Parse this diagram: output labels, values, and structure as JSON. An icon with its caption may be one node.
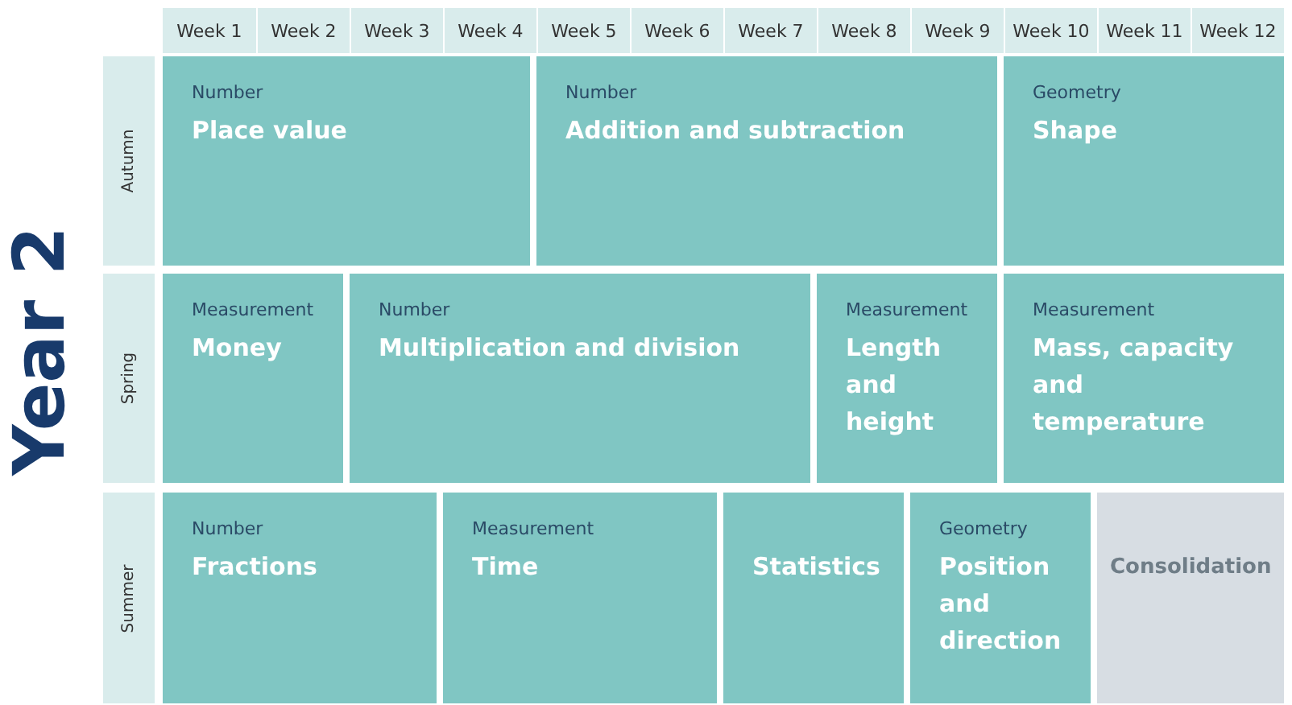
{
  "diagram": {
    "title": "Year 2",
    "nodes": [
      {
        "text": [
          "Number",
          "Place value"
        ]
      },
      {
        "text": [
          "Number",
          "Addition and subtraction"
        ]
      },
      {
        "text": [
          "Geometry",
          "Shape"
        ]
      },
      {
        "text": [
          "Measurement",
          "Money"
        ]
      },
      {
        "text": [
          "Number",
          "Multiplication and division"
        ]
      },
      {
        "text": [
          "Measurement",
          "Length and height"
        ]
      },
      {
        "text": [
          "Measurement",
          "Mass, capacity and temperature"
        ]
      },
      {
        "text": [
          "Number",
          "Fractions"
        ]
      },
      {
        "text": [
          "Measurement",
          "Time"
        ]
      },
      {
        "text": [
          "Statistics"
        ]
      },
      {
        "text": [
          "Geometry",
          "Position and direction"
        ]
      },
      {
        "text": [
          "Consolidation"
        ]
      }
    ],
    "labels": [
      "Week 1",
      "Week 2",
      "Week 3",
      "Week 4",
      "Week 5",
      "Week 6",
      "Week 7",
      "Week 8",
      "Week 9",
      "Week 10",
      "Week 11",
      "Week 12",
      "Autumn",
      "Spring",
      "Summer"
    ]
  }
}
